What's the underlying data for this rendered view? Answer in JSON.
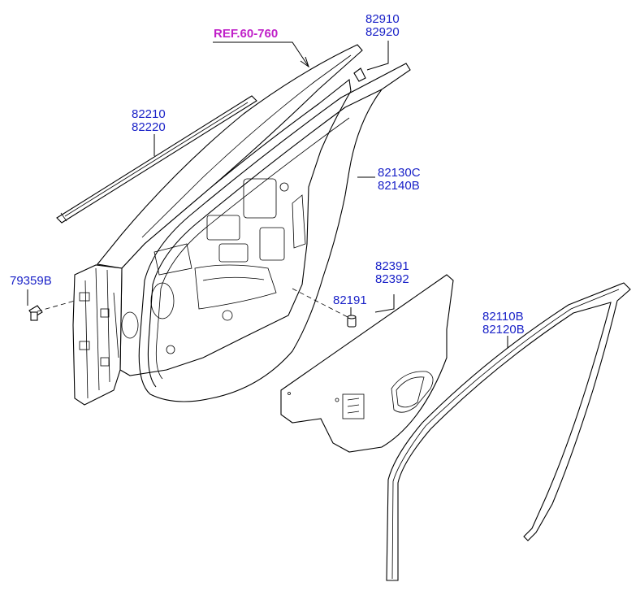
{
  "reference": "REF.60-760",
  "callouts": [
    {
      "id": "c-82910",
      "lines": [
        "82910",
        "82920"
      ]
    },
    {
      "id": "c-82210",
      "lines": [
        "82210",
        "82220"
      ]
    },
    {
      "id": "c-82130",
      "lines": [
        "82130C",
        "82140B"
      ]
    },
    {
      "id": "c-79359",
      "lines": [
        "79359B"
      ]
    },
    {
      "id": "c-82391",
      "lines": [
        "82391",
        "82392"
      ]
    },
    {
      "id": "c-82191",
      "lines": [
        "82191"
      ]
    },
    {
      "id": "c-82110",
      "lines": [
        "82110B",
        "82120B"
      ]
    }
  ],
  "colors": {
    "label": "#1a22c8",
    "reference": "#c020c8",
    "line": "#000000"
  }
}
